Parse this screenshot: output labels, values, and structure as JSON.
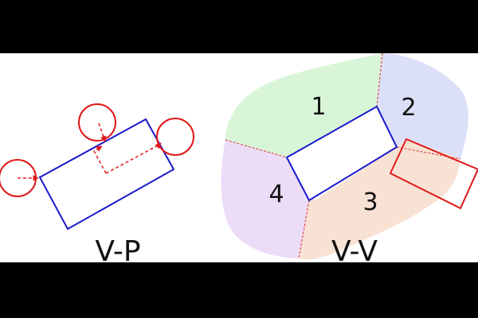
{
  "left_diagram": {
    "caption": "V-P"
  },
  "right_diagram": {
    "caption": "V-V",
    "regions": [
      {
        "id": "1",
        "label": "1",
        "color": "#d8f5d8"
      },
      {
        "id": "2",
        "label": "2",
        "color": "#dcdff8"
      },
      {
        "id": "3",
        "label": "3",
        "color": "#f8e2d4"
      },
      {
        "id": "4",
        "label": "4",
        "color": "#ecdcf8"
      }
    ]
  },
  "colors": {
    "background": "#000000",
    "panel": "#ffffff",
    "box_blue": "#1a1acc",
    "circle_red": "#e01818",
    "divider_red": "#e03030"
  }
}
